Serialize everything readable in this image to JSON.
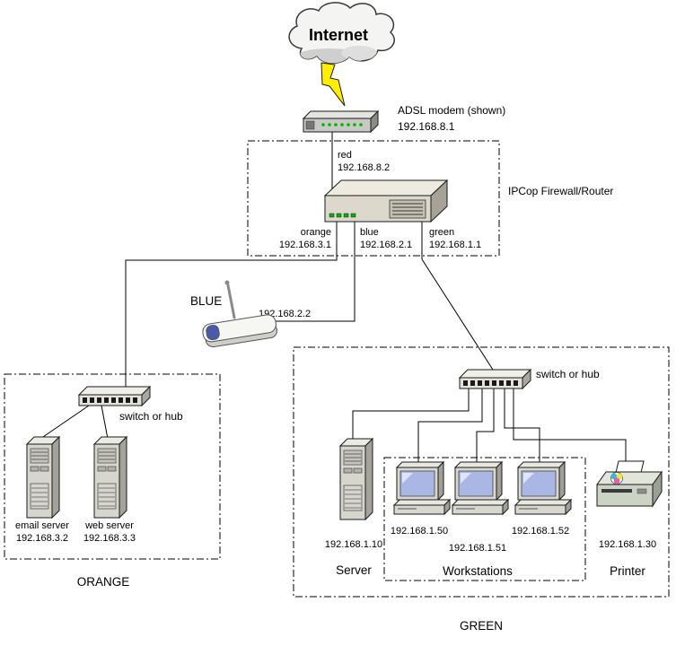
{
  "internet": {
    "label": "Internet"
  },
  "modem": {
    "name": "ADSL modem (shown)",
    "ip": "192.168.8.1"
  },
  "router": {
    "name": "IPCop Firewall/Router",
    "interfaces": {
      "red": {
        "label": "red",
        "ip": "192.168.8.2"
      },
      "orange": {
        "label": "orange",
        "ip": "192.168.3.1"
      },
      "blue": {
        "label": "blue",
        "ip": "192.168.2.1"
      },
      "green": {
        "label": "green",
        "ip": "192.168.1.1"
      }
    }
  },
  "blue_zone": {
    "label": "BLUE",
    "access_point_ip": "192.168.2.2"
  },
  "orange_zone": {
    "label": "ORANGE",
    "switch_label": "switch or hub",
    "email_server": {
      "name": "email server",
      "ip": "192.168.3.2"
    },
    "web_server": {
      "name": "web server",
      "ip": "192.168.3.3"
    }
  },
  "green_zone": {
    "label": "GREEN",
    "switch_label": "switch or hub",
    "server": {
      "name": "Server",
      "ip": "192.168.1.10"
    },
    "workstations": {
      "label": "Workstations",
      "ips": [
        "192.168.1.50",
        "192.168.1.51",
        "192.168.1.52"
      ]
    },
    "printer": {
      "name": "Printer",
      "ip": "192.168.1.30"
    }
  },
  "colors": {
    "wire": "#000000",
    "led_green": "#00b400",
    "bolt_yellow": "#ffee00",
    "screen_blue": "#aab6e4"
  }
}
